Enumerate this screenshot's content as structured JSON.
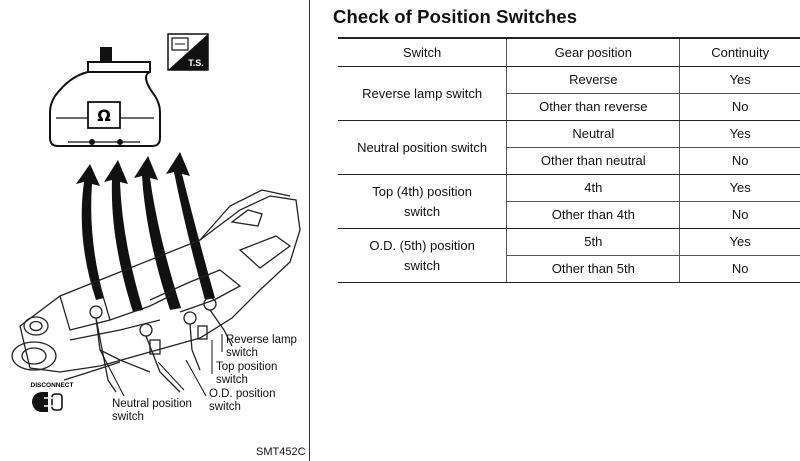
{
  "figure": {
    "ohm_symbol": "Ω",
    "ts_badge": "T.S.",
    "disconnect_label": "DISCONNECT",
    "labels": {
      "reverse_lamp": [
        "Reverse lamp",
        "switch"
      ],
      "top_position": [
        "Top position",
        "switch"
      ],
      "od_position": [
        "O.D. position",
        "switch"
      ],
      "neutral_position": [
        "Neutral position",
        "switch"
      ]
    },
    "code": "SMT452C"
  },
  "title": "Check of Position Switches",
  "table": {
    "headers": [
      "Switch",
      "Gear position",
      "Continuity"
    ],
    "groups": [
      {
        "switch": [
          "Reverse lamp switch"
        ],
        "rows": [
          {
            "gear": "Reverse",
            "continuity": "Yes"
          },
          {
            "gear": "Other than reverse",
            "continuity": "No"
          }
        ]
      },
      {
        "switch": [
          "Neutral position switch"
        ],
        "rows": [
          {
            "gear": "Neutral",
            "continuity": "Yes"
          },
          {
            "gear": "Other than neutral",
            "continuity": "No"
          }
        ]
      },
      {
        "switch": [
          "Top (4th) position",
          "switch"
        ],
        "rows": [
          {
            "gear": "4th",
            "continuity": "Yes"
          },
          {
            "gear": "Other than 4th",
            "continuity": "No"
          }
        ]
      },
      {
        "switch": [
          "O.D. (5th) position",
          "switch"
        ],
        "rows": [
          {
            "gear": "5th",
            "continuity": "Yes"
          },
          {
            "gear": "Other than 5th",
            "continuity": "No"
          }
        ]
      }
    ]
  }
}
